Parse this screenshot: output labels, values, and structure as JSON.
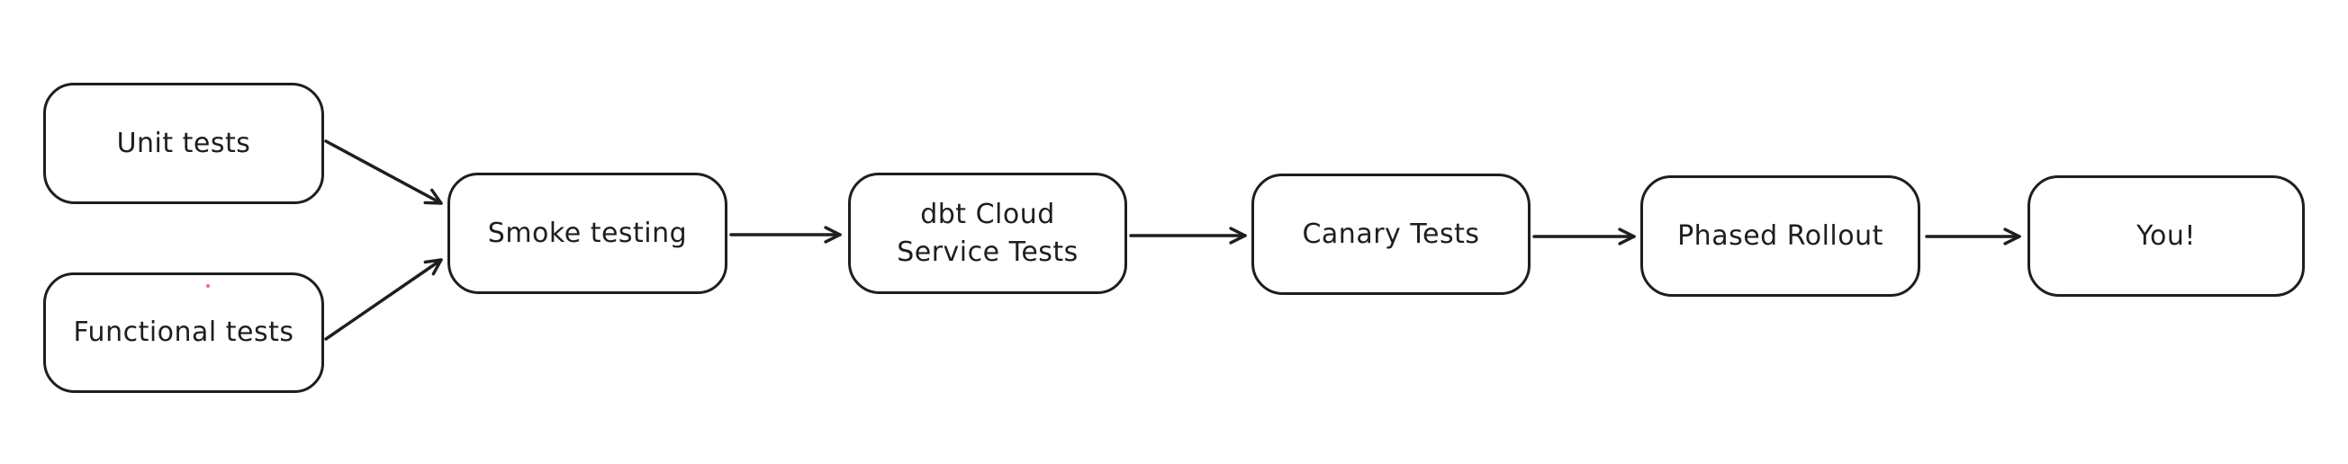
{
  "diagram": {
    "type": "flowchart",
    "background_color": "#ffffff",
    "stroke_color": "#1e1e1e",
    "artifact_dot_color": "#e05a52",
    "nodes": [
      {
        "id": "unit-tests",
        "label": "Unit tests"
      },
      {
        "id": "functional-tests",
        "label": "Functional tests"
      },
      {
        "id": "smoke-testing",
        "label": "Smoke testing"
      },
      {
        "id": "dbt-cloud-service-tests",
        "label": "dbt Cloud\nService Tests"
      },
      {
        "id": "canary-tests",
        "label": "Canary Tests"
      },
      {
        "id": "phased-rollout",
        "label": "Phased Rollout"
      },
      {
        "id": "you",
        "label": "You!"
      }
    ],
    "edges": [
      {
        "from": "unit-tests",
        "to": "smoke-testing"
      },
      {
        "from": "functional-tests",
        "to": "smoke-testing"
      },
      {
        "from": "smoke-testing",
        "to": "dbt-cloud-service-tests"
      },
      {
        "from": "dbt-cloud-service-tests",
        "to": "canary-tests"
      },
      {
        "from": "canary-tests",
        "to": "phased-rollout"
      },
      {
        "from": "phased-rollout",
        "to": "you"
      }
    ]
  }
}
